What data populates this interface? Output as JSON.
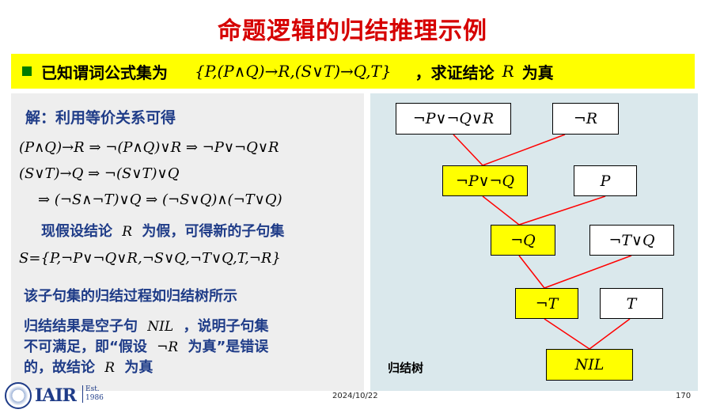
{
  "slide": {
    "title": "命题逻辑的归结推理示例",
    "date": "2024/10/22",
    "page_number": "170"
  },
  "known": {
    "prefix": "已知谓词公式集为",
    "formula_set": "{P,(P∧Q)→R,(S∨T)→Q,T}",
    "suffix": "，求证结论",
    "conclusion": "R",
    "tail": "为真"
  },
  "solution": {
    "heading": "解：利用等价关系可得",
    "eq1": "(P∧Q)→R ⇒ ¬(P∧Q)∨R ⇒ ¬P∨¬Q∨R",
    "eq2": "(S∨T)→Q ⇒ ¬(S∨T)∨Q",
    "eq3": "⇒ (¬S∧¬T)∨Q ⇒ (¬S∨Q)∧(¬T∨Q)",
    "assume_prefix": "现假设结论",
    "assume_var": "R",
    "assume_suffix": "为假，可得新的子句集",
    "clause_set": "S={P,¬P∨¬Q∨R,¬S∨Q,¬T∨Q,T,¬R}",
    "process_text": "该子句集的归结过程如归结树所示",
    "result_line1_prefix": "归结结果是空子句",
    "result_nil": "NIL",
    "result_line1_suffix": "，说明子句集",
    "result_line2_prefix": "不可满足，即“假设",
    "result_neg_r": "¬R",
    "result_line2_suffix": "为真”是错误",
    "result_line3_prefix": "的，故结论",
    "result_r": "R",
    "result_line3_suffix": "为真"
  },
  "tree": {
    "label": "归结树",
    "line_color": "#ff0000",
    "highlight_color": "#ffff00",
    "nodes": {
      "n1": "¬P∨¬Q∨R",
      "n2": "¬R",
      "n3": "¬P∨¬Q",
      "n4": "P",
      "n5": "¬Q",
      "n6": "¬T∨Q",
      "n7": "¬T",
      "n8": "T",
      "n9": "NIL"
    }
  },
  "logo": {
    "text": "IAIR",
    "est_line1": "Est.",
    "est_line2": "1986"
  }
}
